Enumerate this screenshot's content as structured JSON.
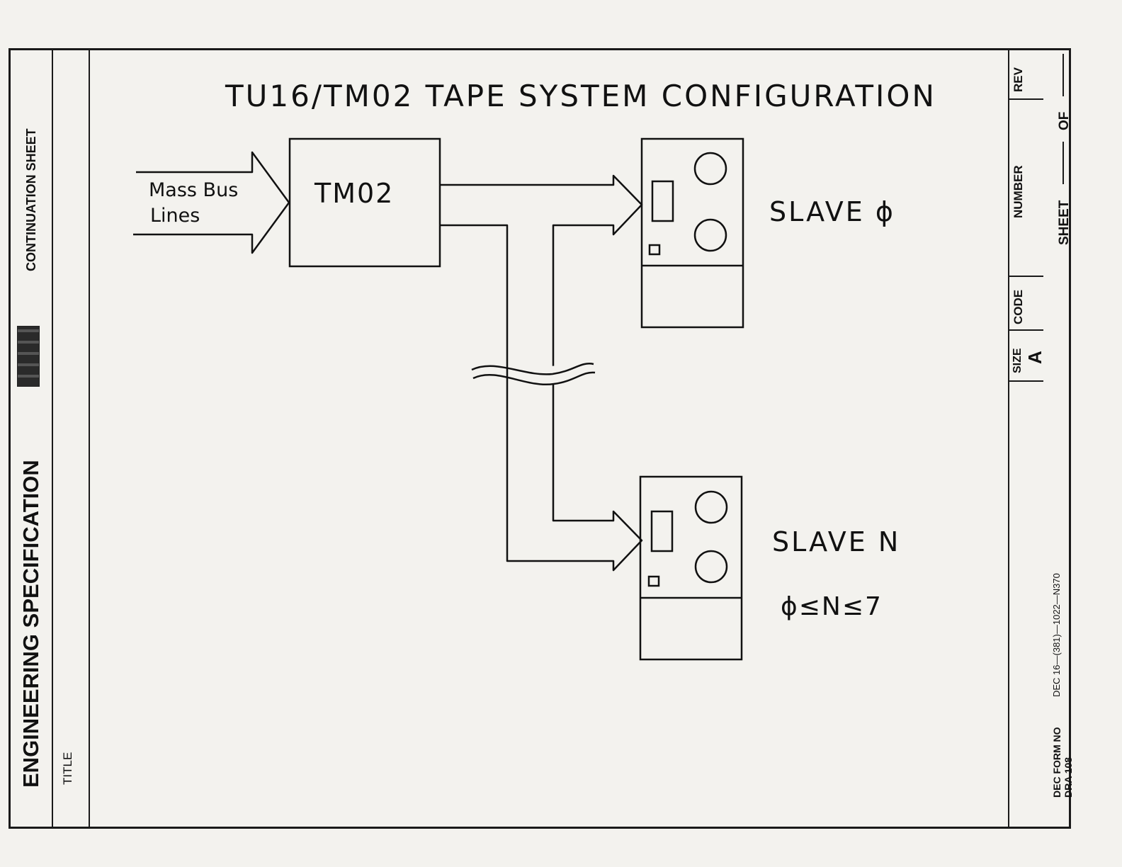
{
  "form": {
    "heading": "ENGINEERING SPECIFICATION",
    "subheading": "CONTINUATION SHEET",
    "logo_icon": "digital-logo-icon",
    "title_label": "TITLE",
    "size_label": "SIZE",
    "size_value": "A",
    "code_label": "CODE",
    "number_label": "NUMBER",
    "rev_label": "REV",
    "sheet_label": "SHEET",
    "of_label": "OF",
    "form_no_line1": "DEC FORM NO",
    "form_no_value": "DEC 16—(381)—1022—N370",
    "form_no_line2": "DRA 108"
  },
  "diagram": {
    "title": "TU16/TM02 TAPE SYSTEM CONFIGURATION",
    "input_line1": "Mass Bus",
    "input_line2": "Lines",
    "controller": "TM02",
    "slave0_label": "SLAVE ϕ",
    "slaveN_label": "SLAVE N",
    "range_label": "ϕ≤N≤7",
    "tape_drive_icon": "tape-drive-icon",
    "break_icon": "wavy-break-icon"
  }
}
